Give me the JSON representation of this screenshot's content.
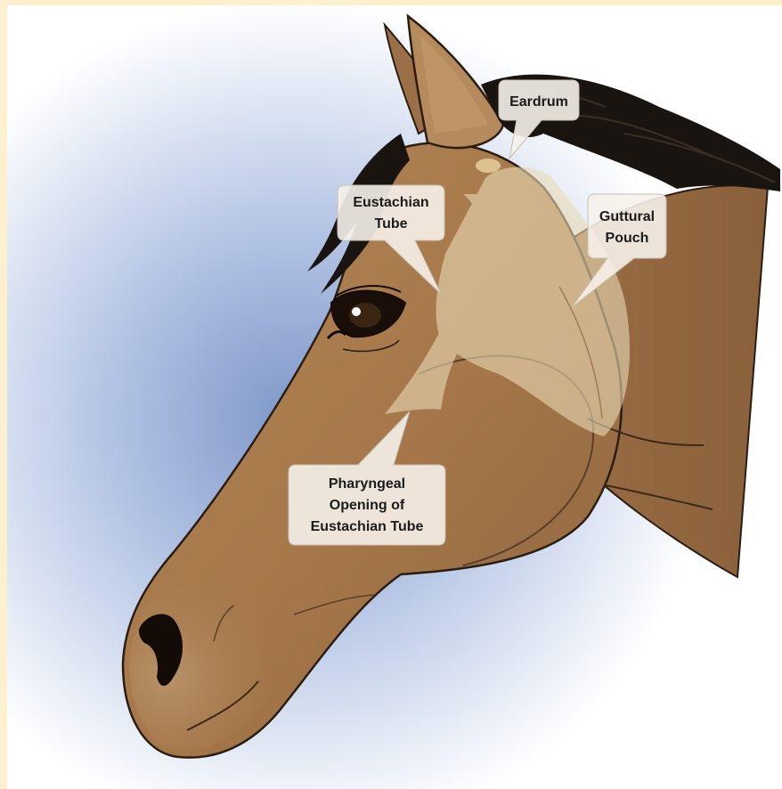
{
  "colors": {
    "frame_border": "#fdf0cf",
    "background_glow": "#c9d6ef",
    "coat": "#a87b4f",
    "coat_shadow": "#7f5a37",
    "mane": "#1a1410",
    "overlay": "#eadbb6",
    "callout_fill": "#f6f1ea"
  },
  "labels": {
    "eardrum": "Eardrum",
    "eustachian_tube": [
      "Eustachian",
      "Tube"
    ],
    "guttural_pouch": [
      "Guttural",
      "Pouch"
    ],
    "pharyngeal_opening": [
      "Pharyngeal",
      "Opening of",
      "Eustachian Tube"
    ]
  }
}
